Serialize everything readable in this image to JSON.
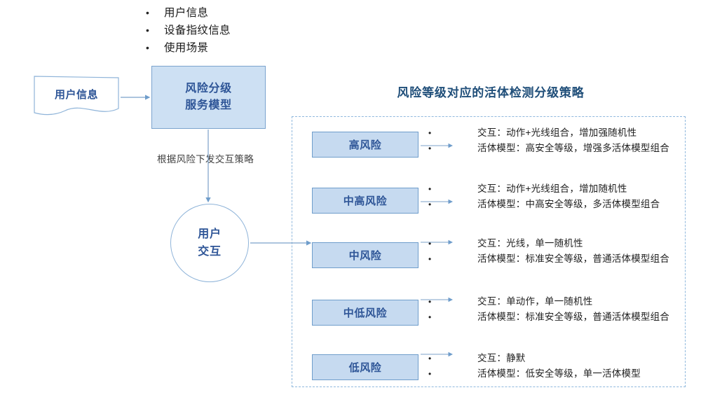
{
  "top_inputs": {
    "items": [
      "用户信息",
      "设备指纹信息",
      "使用场景"
    ],
    "bullet_glyph": "•"
  },
  "source_doc": {
    "label": "用户信息"
  },
  "model_box": {
    "line1": "风险分级",
    "line2": "服务模型"
  },
  "flow_note": {
    "text": "根据风险下发交互策略"
  },
  "interaction_node": {
    "line1": "用户",
    "line2": "交互"
  },
  "panel": {
    "title": "风险等级对应的活体检测分级策略",
    "bullet_glyph": "•",
    "rows": [
      {
        "level": "高风险",
        "bullets": [
          "交互：动作+光线组合，增加强随机性",
          "活体模型：高安全等级，增强多活体模型组合"
        ]
      },
      {
        "level": "中高风险",
        "bullets": [
          "交互：动作+光线组合，增加随机性",
          "活体模型：中高安全等级，多活体模型组合"
        ]
      },
      {
        "level": "中风险",
        "bullets": [
          "交互：光线，单一随机性",
          "活体模型：标准安全等级，普通活体模型组合"
        ]
      },
      {
        "level": "中低风险",
        "bullets": [
          "交互：单动作，单一随机性",
          "活体模型：标准安全等级，普通活体模型组合"
        ]
      },
      {
        "level": "低风险",
        "bullets": [
          "交互：静默",
          "活体模型：低安全等级，单一活体模型"
        ]
      }
    ]
  },
  "colors": {
    "accent_blue": "#2e5597",
    "title_navy": "#1f4e79",
    "box_fill": "#c6daf0",
    "box_border": "#6f9dcb",
    "model_fill": "#cde0f3",
    "dashed_border": "#8fb8dd",
    "arrow": "#7ba0c9"
  }
}
